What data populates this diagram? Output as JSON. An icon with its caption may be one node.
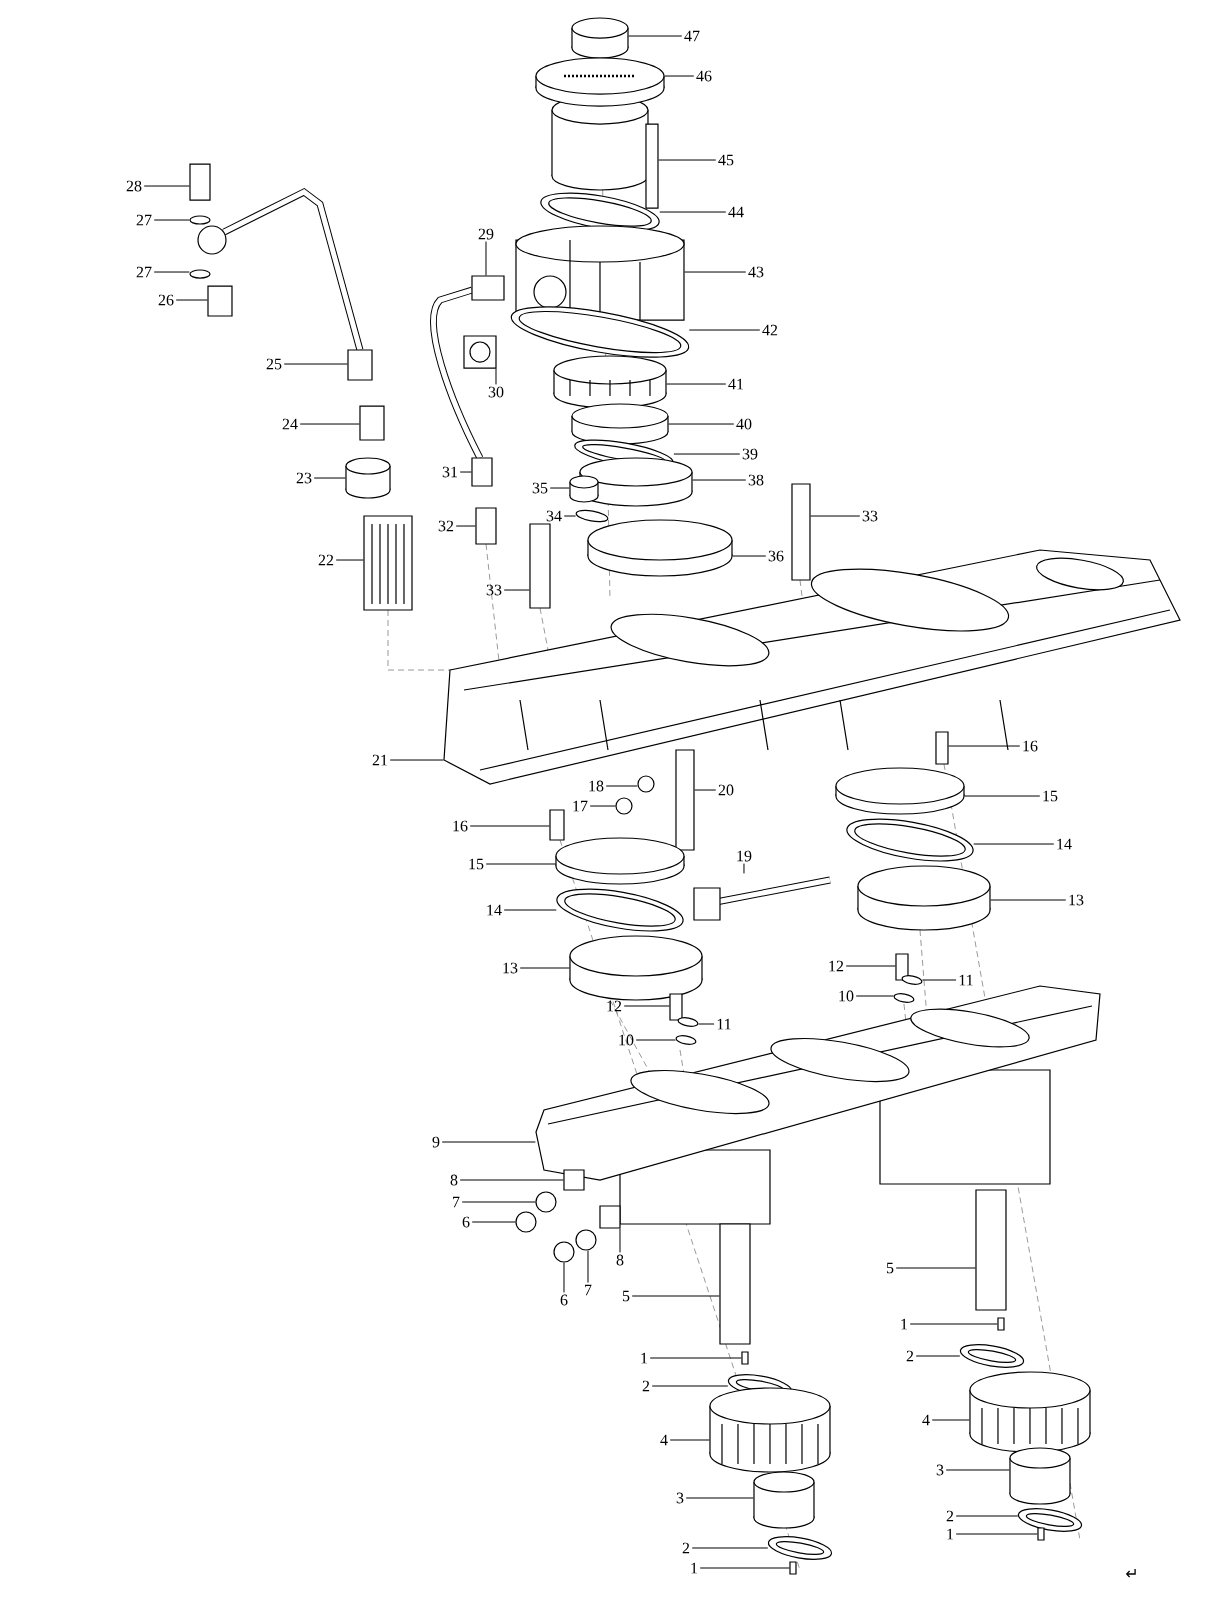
{
  "diagram": {
    "nodes": [
      {
        "text": [
          "47"
        ]
      },
      {
        "text": [
          "46"
        ]
      },
      {
        "text": [
          "45"
        ]
      },
      {
        "text": [
          "44"
        ]
      },
      {
        "text": [
          "43"
        ]
      },
      {
        "text": [
          "42"
        ]
      },
      {
        "text": [
          "41"
        ]
      },
      {
        "text": [
          "40"
        ]
      },
      {
        "text": [
          "39"
        ]
      },
      {
        "text": [
          "38"
        ]
      },
      {
        "text": [
          "33"
        ]
      },
      {
        "text": [
          "36"
        ]
      },
      {
        "text": [
          "35"
        ]
      },
      {
        "text": [
          "34"
        ]
      },
      {
        "text": [
          "33"
        ]
      },
      {
        "text": [
          "32"
        ]
      },
      {
        "text": [
          "31"
        ]
      },
      {
        "text": [
          "30"
        ]
      },
      {
        "text": [
          "29"
        ]
      },
      {
        "text": [
          "28"
        ]
      },
      {
        "text": [
          "27"
        ]
      },
      {
        "text": [
          "27"
        ]
      },
      {
        "text": [
          "26"
        ]
      },
      {
        "text": [
          "25"
        ]
      },
      {
        "text": [
          "24"
        ]
      },
      {
        "text": [
          "23"
        ]
      },
      {
        "text": [
          "22"
        ]
      },
      {
        "text": [
          "21"
        ]
      },
      {
        "text": [
          "16"
        ]
      },
      {
        "text": [
          "15"
        ]
      },
      {
        "text": [
          "14"
        ]
      },
      {
        "text": [
          "13"
        ]
      },
      {
        "text": [
          "20"
        ]
      },
      {
        "text": [
          "18"
        ]
      },
      {
        "text": [
          "17"
        ]
      },
      {
        "text": [
          "19"
        ]
      },
      {
        "text": [
          "16"
        ]
      },
      {
        "text": [
          "15"
        ]
      },
      {
        "text": [
          "14"
        ]
      },
      {
        "text": [
          "13"
        ]
      },
      {
        "text": [
          "12"
        ]
      },
      {
        "text": [
          "11"
        ]
      },
      {
        "text": [
          "10"
        ]
      },
      {
        "text": [
          "12"
        ]
      },
      {
        "text": [
          "11"
        ]
      },
      {
        "text": [
          "10"
        ]
      },
      {
        "text": [
          "9"
        ]
      },
      {
        "text": [
          "8"
        ]
      },
      {
        "text": [
          "7"
        ]
      },
      {
        "text": [
          "6"
        ]
      },
      {
        "text": [
          "6"
        ]
      },
      {
        "text": [
          "7"
        ]
      },
      {
        "text": [
          "8"
        ]
      },
      {
        "text": [
          "5"
        ]
      },
      {
        "text": [
          "5"
        ]
      },
      {
        "text": [
          "1"
        ]
      },
      {
        "text": [
          "2"
        ]
      },
      {
        "text": [
          "4"
        ]
      },
      {
        "text": [
          "3"
        ]
      },
      {
        "text": [
          "2"
        ]
      },
      {
        "text": [
          "1"
        ]
      },
      {
        "text": [
          "1"
        ]
      },
      {
        "text": [
          "2"
        ]
      },
      {
        "text": [
          "4"
        ]
      },
      {
        "text": [
          "3"
        ]
      },
      {
        "text": [
          "2"
        ]
      },
      {
        "text": [
          "1"
        ]
      },
      {
        "text": [],
        "shape": "cylinder"
      },
      {
        "text": [],
        "shape": "picture"
      },
      {
        "text": [],
        "shape": "bar"
      },
      {
        "text": [],
        "shape": "ring"
      },
      {
        "text": [],
        "shape": "picture"
      },
      {
        "text": [],
        "shape": "ring"
      },
      {
        "text": [],
        "shape": "picture"
      },
      {
        "text": [],
        "shape": "cylinder"
      },
      {
        "text": [],
        "shape": "ring"
      },
      {
        "text": [],
        "shape": "cylinder"
      },
      {
        "text": [],
        "shape": "bar"
      },
      {
        "text": [],
        "shape": "cylinder"
      },
      {
        "text": [],
        "shape": "cylinder"
      },
      {
        "text": [],
        "shape": "ellipse"
      },
      {
        "text": [],
        "shape": "bar"
      },
      {
        "text": [],
        "shape": "box"
      },
      {
        "text": [],
        "shape": "box"
      },
      {
        "text": [],
        "shape": "picture"
      },
      {
        "text": [],
        "shape": "box"
      },
      {
        "text": [],
        "shape": "box"
      },
      {
        "text": [],
        "shape": "ellipse"
      },
      {
        "text": [],
        "shape": "ellipse"
      },
      {
        "text": [],
        "shape": "box"
      },
      {
        "text": [],
        "shape": "box"
      },
      {
        "text": [],
        "shape": "box"
      },
      {
        "text": [],
        "shape": "cylinder"
      },
      {
        "text": [],
        "shape": "picture"
      },
      {
        "text": [],
        "shape": "picture"
      },
      {
        "text": [],
        "shape": "bar"
      },
      {
        "text": [],
        "shape": "cylinder"
      },
      {
        "text": [],
        "shape": "ring"
      },
      {
        "text": [],
        "shape": "cylinder"
      },
      {
        "text": [],
        "shape": "bar"
      },
      {
        "text": [],
        "shape": "circle"
      },
      {
        "text": [],
        "shape": "circle"
      },
      {
        "text": [],
        "shape": "picture"
      },
      {
        "text": [],
        "shape": "box"
      },
      {
        "text": [],
        "shape": "cylinder"
      },
      {
        "text": [],
        "shape": "ring"
      },
      {
        "text": [],
        "shape": "cylinder"
      },
      {
        "text": [],
        "shape": "box"
      },
      {
        "text": [],
        "shape": "ellipse"
      },
      {
        "text": [],
        "shape": "ellipse"
      },
      {
        "text": [],
        "shape": "box"
      },
      {
        "text": [],
        "shape": "ellipse"
      },
      {
        "text": [],
        "shape": "ellipse"
      },
      {
        "text": [],
        "shape": "picture"
      },
      {
        "text": [],
        "shape": "box"
      },
      {
        "text": [],
        "shape": "circle"
      },
      {
        "text": [],
        "shape": "circle"
      },
      {
        "text": [],
        "shape": "circle"
      },
      {
        "text": [],
        "shape": "circle"
      },
      {
        "text": [],
        "shape": "box"
      },
      {
        "text": [],
        "shape": "bar"
      },
      {
        "text": [],
        "shape": "bar"
      },
      {
        "text": [],
        "shape": "bar"
      },
      {
        "text": [],
        "shape": "ring"
      },
      {
        "text": [],
        "shape": "picture"
      },
      {
        "text": [],
        "shape": "cylinder"
      },
      {
        "text": [],
        "shape": "ring"
      },
      {
        "text": [],
        "shape": "bar"
      },
      {
        "text": [],
        "shape": "bar"
      },
      {
        "text": [],
        "shape": "ring"
      },
      {
        "text": [],
        "shape": "picture"
      },
      {
        "text": [],
        "shape": "cylinder"
      },
      {
        "text": [],
        "shape": "ring"
      },
      {
        "text": [],
        "shape": "bar"
      }
    ],
    "edges": [
      {
        "from": 0,
        "to": 67,
        "arrow": "none"
      },
      {
        "from": 1,
        "to": 68,
        "arrow": "none"
      },
      {
        "from": 2,
        "to": 69,
        "arrow": "none"
      },
      {
        "from": 3,
        "to": 70,
        "arrow": "none"
      },
      {
        "from": 4,
        "to": 71,
        "arrow": "none"
      },
      {
        "from": 5,
        "to": 72,
        "arrow": "none"
      },
      {
        "from": 6,
        "to": 73,
        "arrow": "none"
      },
      {
        "from": 7,
        "to": 74,
        "arrow": "none"
      },
      {
        "from": 8,
        "to": 75,
        "arrow": "none"
      },
      {
        "from": 9,
        "to": 76,
        "arrow": "none"
      },
      {
        "from": 10,
        "to": 77,
        "arrow": "none"
      },
      {
        "from": 11,
        "to": 78,
        "arrow": "none"
      },
      {
        "from": 12,
        "to": 79,
        "arrow": "none"
      },
      {
        "from": 13,
        "to": 80,
        "arrow": "none"
      },
      {
        "from": 14,
        "to": 81,
        "arrow": "none"
      },
      {
        "from": 15,
        "to": 82,
        "arrow": "none"
      },
      {
        "from": 16,
        "to": 83,
        "arrow": "none"
      },
      {
        "from": 17,
        "to": 84,
        "arrow": "none"
      },
      {
        "from": 18,
        "to": 85,
        "arrow": "none"
      },
      {
        "from": 19,
        "to": 86,
        "arrow": "none"
      },
      {
        "from": 20,
        "to": 87,
        "arrow": "none"
      },
      {
        "from": 21,
        "to": 88,
        "arrow": "none"
      },
      {
        "from": 22,
        "to": 89,
        "arrow": "none"
      },
      {
        "from": 23,
        "to": 90,
        "arrow": "none"
      },
      {
        "from": 24,
        "to": 91,
        "arrow": "none"
      },
      {
        "from": 25,
        "to": 92,
        "arrow": "none"
      },
      {
        "from": 26,
        "to": 93,
        "arrow": "none"
      },
      {
        "from": 27,
        "to": 94,
        "arrow": "none"
      },
      {
        "from": 28,
        "to": 95,
        "arrow": "none"
      },
      {
        "from": 29,
        "to": 96,
        "arrow": "none"
      },
      {
        "from": 30,
        "to": 97,
        "arrow": "none"
      },
      {
        "from": 31,
        "to": 98,
        "arrow": "none"
      },
      {
        "from": 32,
        "to": 99,
        "arrow": "none"
      },
      {
        "from": 33,
        "to": 100,
        "arrow": "none"
      },
      {
        "from": 34,
        "to": 101,
        "arrow": "none"
      },
      {
        "from": 35,
        "to": 102,
        "arrow": "none"
      },
      {
        "from": 36,
        "to": 103,
        "arrow": "none"
      },
      {
        "from": 37,
        "to": 104,
        "arrow": "none"
      },
      {
        "from": 38,
        "to": 105,
        "arrow": "none"
      },
      {
        "from": 39,
        "to": 106,
        "arrow": "none"
      },
      {
        "from": 40,
        "to": 107,
        "arrow": "none"
      },
      {
        "from": 41,
        "to": 108,
        "arrow": "none"
      },
      {
        "from": 42,
        "to": 109,
        "arrow": "none"
      },
      {
        "from": 43,
        "to": 110,
        "arrow": "none"
      },
      {
        "from": 44,
        "to": 111,
        "arrow": "none"
      },
      {
        "from": 45,
        "to": 112,
        "arrow": "none"
      },
      {
        "from": 46,
        "to": 113,
        "arrow": "none"
      },
      {
        "from": 47,
        "to": 114,
        "arrow": "none"
      },
      {
        "from": 48,
        "to": 115,
        "arrow": "none"
      },
      {
        "from": 49,
        "to": 116,
        "arrow": "none"
      },
      {
        "from": 50,
        "to": 117,
        "arrow": "none"
      },
      {
        "from": 51,
        "to": 118,
        "arrow": "none"
      },
      {
        "from": 52,
        "to": 119,
        "arrow": "none"
      },
      {
        "from": 53,
        "to": 120,
        "arrow": "none"
      },
      {
        "from": 54,
        "to": 121,
        "arrow": "none"
      },
      {
        "from": 55,
        "to": 122,
        "arrow": "none"
      },
      {
        "from": 56,
        "to": 123,
        "arrow": "none"
      },
      {
        "from": 57,
        "to": 124,
        "arrow": "none"
      },
      {
        "from": 58,
        "to": 125,
        "arrow": "none"
      },
      {
        "from": 59,
        "to": 126,
        "arrow": "none"
      },
      {
        "from": 60,
        "to": 127,
        "arrow": "none"
      },
      {
        "from": 61,
        "to": 128,
        "arrow": "none"
      },
      {
        "from": 62,
        "to": 129,
        "arrow": "none"
      },
      {
        "from": 63,
        "to": 130,
        "arrow": "none"
      },
      {
        "from": 64,
        "to": 131,
        "arrow": "none"
      },
      {
        "from": 65,
        "to": 132,
        "arrow": "none"
      },
      {
        "from": 66,
        "to": 133,
        "arrow": "none"
      }
    ],
    "labels": [
      "↵"
    ]
  }
}
